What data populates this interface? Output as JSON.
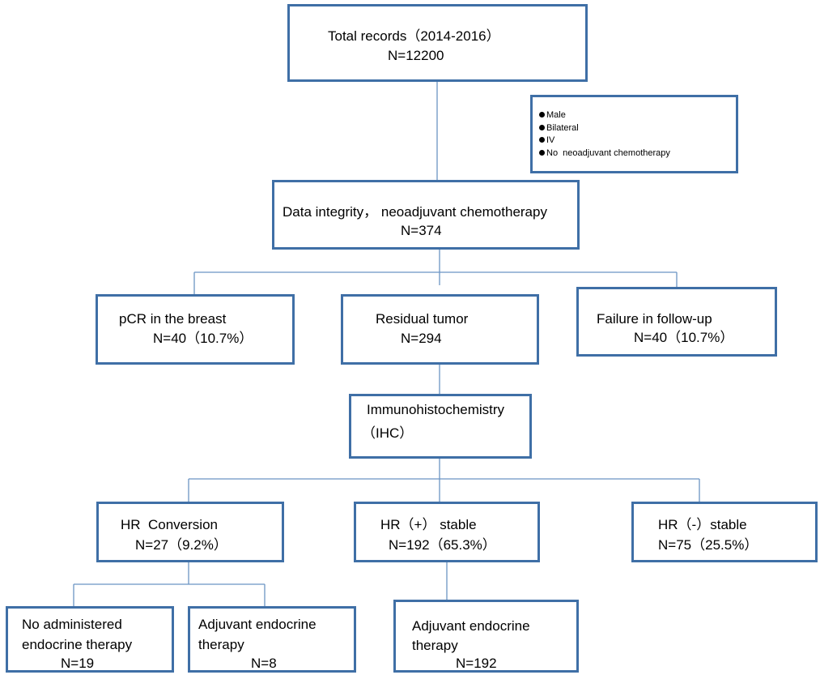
{
  "nodes": {
    "total": {
      "line1": "Total records（2014-2016）",
      "line2": "N=12200"
    },
    "exclusion": {
      "items": [
        "Male",
        "Bilateral",
        "IV",
        "No  neoadjuvant chemotherapy"
      ]
    },
    "integrity": {
      "line1": "Data integrity， neoadjuvant chemotherapy",
      "line2": "N=374"
    },
    "pcr": {
      "line1": "pCR in the breast",
      "line2": "N=40（10.7%）"
    },
    "residual": {
      "line1": "Residual tumor",
      "line2": "N=294"
    },
    "failure": {
      "line1": "Failure in follow-up",
      "line2": "N=40（10.7%）"
    },
    "ihc": {
      "line1": "Immunohistochemistry",
      "line2": "（IHC）"
    },
    "conversion": {
      "line1": "HR  Conversion",
      "line2": "N=27（9.2%）"
    },
    "hr_pos": {
      "line1": "HR（+） stable",
      "line2": "N=192（65.3%）"
    },
    "hr_neg": {
      "line1": "HR（-）stable",
      "line2": "N=75（25.5%）"
    },
    "no_endocrine": {
      "line1": "No administered",
      "line2": "endocrine therapy",
      "line3": "N=19"
    },
    "adj_endocrine_conv": {
      "line1": "Adjuvant endocrine",
      "line2": "therapy",
      "line3": "N=8"
    },
    "adj_endocrine_pos": {
      "line1": "Adjuvant endocrine",
      "line2": "therapy",
      "line3": "N=192"
    }
  }
}
